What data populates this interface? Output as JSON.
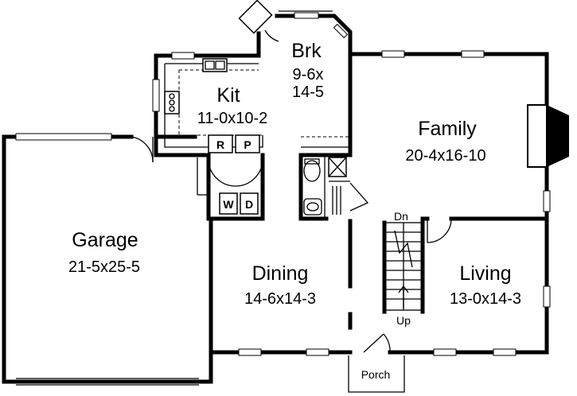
{
  "rooms": {
    "breakfast": {
      "name": "Brk",
      "dim_line1": "9-6x",
      "dim_line2": "14-5"
    },
    "kitchen": {
      "name": "Kit",
      "dim": "11-0x10-2"
    },
    "family": {
      "name": "Family",
      "dim": "20-4x16-10"
    },
    "garage": {
      "name": "Garage",
      "dim": "21-5x25-5"
    },
    "dining": {
      "name": "Dining",
      "dim": "14-6x14-3"
    },
    "living": {
      "name": "Living",
      "dim": "13-0x14-3"
    },
    "porch": {
      "name": "Porch"
    }
  },
  "appliances": {
    "refrigerator": "R",
    "pantry": "P",
    "washer": "W",
    "dryer": "D"
  },
  "stairs": {
    "down": "Dn",
    "up": "Up"
  }
}
